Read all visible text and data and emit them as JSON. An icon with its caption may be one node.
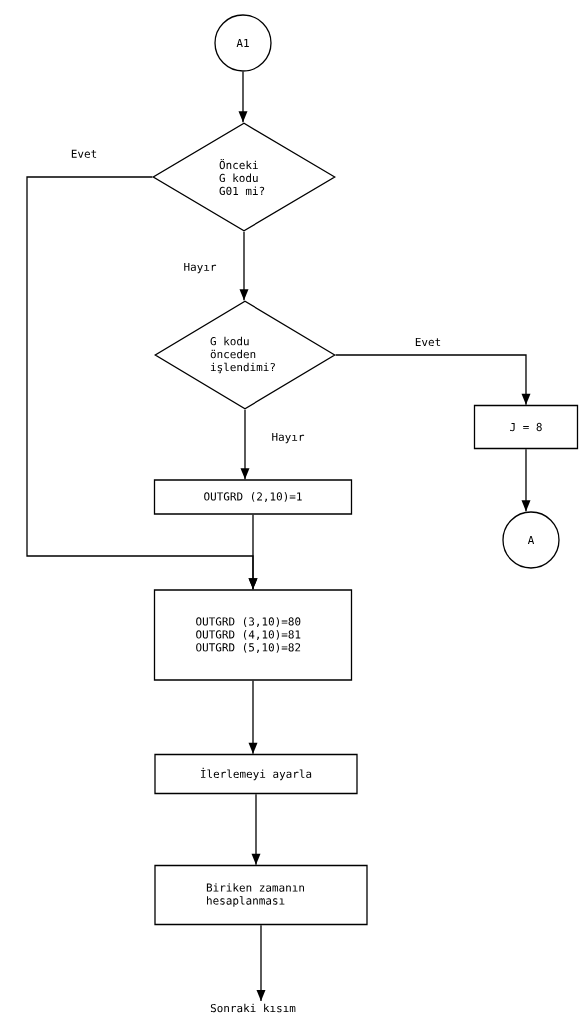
{
  "diagram": {
    "nodes": [
      {
        "text": [
          "A1"
        ]
      },
      {
        "text": [
          "Önceki G kodu G01 mi?"
        ]
      },
      {
        "text": [
          "G kodu önceden işlendimi?"
        ]
      },
      {
        "text": [
          "J = 8"
        ]
      },
      {
        "text": [
          "A"
        ]
      },
      {
        "text": [
          "OUTGRD (2,10)=1"
        ]
      },
      {
        "text": [
          "OUTGRD (3,10)=80 OUTGRD (4,10)=81 OUTGRD (5,10)=82"
        ]
      },
      {
        "text": [
          "İlerlemeyi ayarla"
        ]
      },
      {
        "text": [
          "Biriken zamanın hesaplanması"
        ]
      },
      {
        "text": [
          "Sonraki kısım"
        ]
      }
    ],
    "edges": [
      {
        "from": 0,
        "to": 1,
        "arrow": "to"
      },
      {
        "from": 1,
        "to": 6,
        "arrow": "to",
        "label": "Evet"
      },
      {
        "from": 1,
        "to": 2,
        "arrow": "to",
        "label": "Hayır"
      },
      {
        "from": 2,
        "to": 3,
        "arrow": "to",
        "label": "Evet"
      },
      {
        "from": 2,
        "to": 5,
        "arrow": "to",
        "label": "Hayır"
      },
      {
        "from": 3,
        "to": 4,
        "arrow": "to"
      },
      {
        "from": 5,
        "to": 6,
        "arrow": "to"
      },
      {
        "from": 6,
        "to": 7,
        "arrow": "to"
      },
      {
        "from": 7,
        "to": 8,
        "arrow": "to"
      },
      {
        "from": 8,
        "to": 9,
        "arrow": "to"
      }
    ]
  }
}
